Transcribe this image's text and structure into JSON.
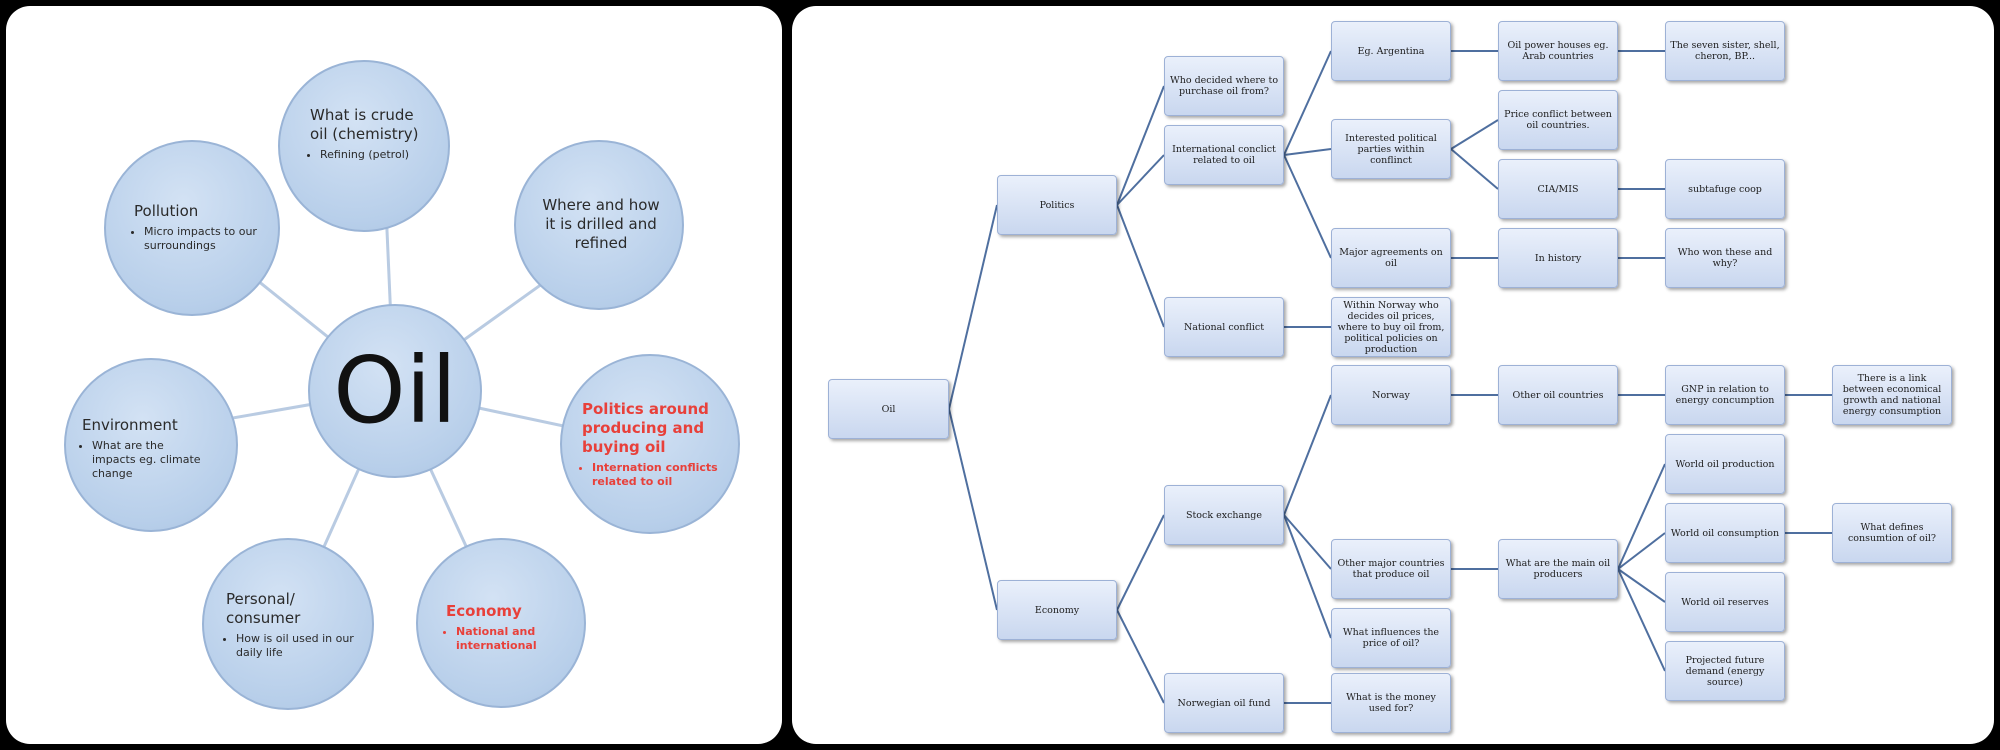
{
  "mindmap": {
    "center": "Oil",
    "nodes": [
      {
        "id": "crude",
        "title": "What is crude oil (chemistry)",
        "bullets": [
          "Refining (petrol)"
        ],
        "highlight": false
      },
      {
        "id": "drilled",
        "title": "Where and how it is drilled and refined",
        "bullets": [],
        "highlight": false
      },
      {
        "id": "politics",
        "title": "Politics around producing and buying oil",
        "bullets": [
          "Internation conflicts related to oil"
        ],
        "highlight": true
      },
      {
        "id": "economy",
        "title": "Economy",
        "bullets": [
          "National and international"
        ],
        "highlight": true
      },
      {
        "id": "personal",
        "title": "Personal/ consumer",
        "bullets": [
          "How is oil used in our daily life"
        ],
        "highlight": false
      },
      {
        "id": "environment",
        "title": "Environment",
        "bullets": [
          "What are the impacts eg. climate change"
        ],
        "highlight": false
      },
      {
        "id": "pollution",
        "title": "Pollution",
        "bullets": [
          "Micro impacts to our surroundings"
        ],
        "highlight": false
      }
    ]
  },
  "tree": {
    "root": "Oil",
    "politics": "Politics",
    "economy": "Economy",
    "who_decided": "Who decided where to purchase oil from?",
    "intl_conflict": "International conclict related to oil",
    "national_conflict": "National conflict",
    "argentina": "Eg. Argentina",
    "powerhouses": "Oil power houses eg. Arab countries",
    "seven_sisters": "The seven sister, shell, cheron, BP...",
    "interested_parties": "Interested political parties within conflinct",
    "price_conflict": "Price conflict between oil countries.",
    "cia": "CIA/MIS",
    "subtafuge": "subtafuge coop",
    "major_agreements": "Major agreements on oil",
    "in_history": "In history",
    "who_won": "Who won these and why?",
    "within_norway": "Within Norway who decides oil prices, where to buy oil from, political policies on production",
    "stock_exchange": "Stock exchange",
    "norwegian_fund": "Norwegian oil fund",
    "norway": "Norway",
    "other_oil_countries": "Other oil countries",
    "gnp": "GNP in relation to energy concumption",
    "link": "There is a link between economical growth and national energy consumption",
    "other_major": "Other major countries that produce oil",
    "main_producers": "What are the main oil producers",
    "world_production": "World oil production",
    "world_consumption": "World oil consumption",
    "defines_consumption": "What defines consumtion of oil?",
    "world_reserves": "World oil reserves",
    "projected_demand": "Projected future demand (energy source)",
    "influences_price": "What influences the price of oil?",
    "money_used": "What is the money used for?"
  },
  "colors": {
    "circle_fill": "#bfd3ec",
    "circle_border": "#9ab4d6",
    "highlight_text": "#e8403a",
    "connector": "#4f6f9f",
    "box_fill": "#d9e3f5"
  }
}
